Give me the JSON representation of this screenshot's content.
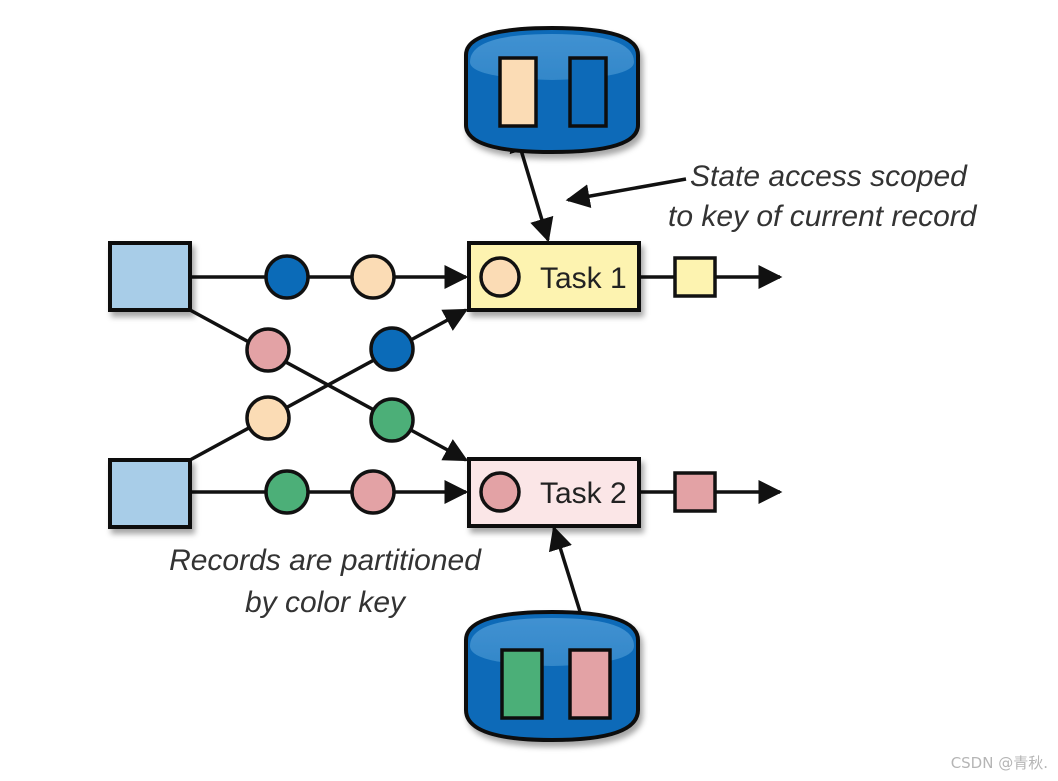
{
  "diagram": {
    "title": "Keyed state partitioning",
    "tasks": [
      {
        "id": "task1",
        "label": "Task 1",
        "fill": "#fdf3b0",
        "record_color": "#fbdcb5",
        "output_color": "#fdf3b0"
      },
      {
        "id": "task2",
        "label": "Task 2",
        "fill": "#fbe6e7",
        "record_color": "#e3a2a5",
        "output_color": "#e3a2a5"
      }
    ],
    "sources": [
      {
        "id": "source1",
        "fill": "#a8cde8"
      },
      {
        "id": "source2",
        "fill": "#a8cde8"
      }
    ],
    "records": {
      "source1_to_task1": [
        "#0b6bb8",
        "#fbdcb5"
      ],
      "source1_to_task2": [
        "#e3a2a5",
        "#4caf78"
      ],
      "source2_to_task1": [
        "#fbdcb5",
        "#0b6bb8"
      ],
      "source2_to_task2": [
        "#4caf78",
        "#e3a2a5"
      ]
    },
    "state_stores": [
      {
        "id": "state-task1",
        "keys": [
          "#fbdcb5",
          "#0b6bb8"
        ]
      },
      {
        "id": "state-task2",
        "keys": [
          "#4caf78",
          "#e3a2a5"
        ]
      }
    ],
    "annotations": {
      "state_access_line1": "State access scoped",
      "state_access_line2": "to key of current record",
      "partition_line1": "Records are partitioned",
      "partition_line2": "by color key"
    },
    "colors": {
      "db_blue": "#0b6bb8",
      "db_top": "#3d8fcf",
      "stroke": "#111111"
    }
  },
  "watermark": "CSDN @青秋."
}
